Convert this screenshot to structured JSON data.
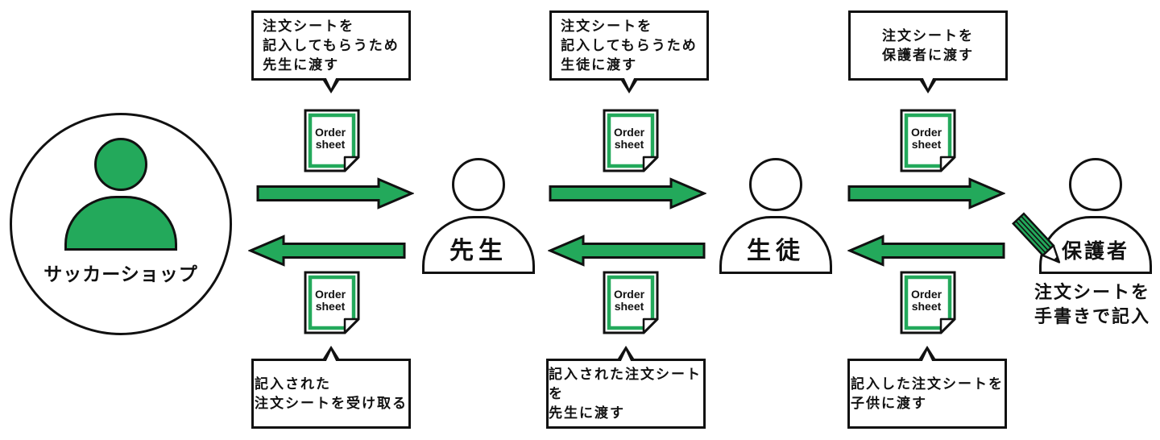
{
  "colors": {
    "green": "#23a95b",
    "line": "#111111"
  },
  "shop": {
    "label": "サッカーショップ"
  },
  "actors": [
    {
      "label": "先生"
    },
    {
      "label": "生徒"
    },
    {
      "label": "保護者"
    }
  ],
  "order_sheet": {
    "lines": [
      "Order",
      "sheet"
    ]
  },
  "top_callouts": [
    {
      "lines": [
        "注文シートを",
        "記入してもらうため",
        "先生に渡す"
      ]
    },
    {
      "lines": [
        "注文シートを",
        "記入してもらうため",
        "生徒に渡す"
      ]
    },
    {
      "lines": [
        "注文シートを",
        "保護者に渡す"
      ]
    }
  ],
  "bottom_callouts": [
    {
      "lines": [
        "記入された",
        "注文シートを受け取る"
      ]
    },
    {
      "lines": [
        "記入された注文シートを",
        "先生に渡す"
      ]
    },
    {
      "lines": [
        "記入した注文シートを",
        "子供に渡す"
      ]
    }
  ],
  "guardian_note": {
    "lines": [
      "注文シートを",
      "手書きで記入"
    ]
  }
}
